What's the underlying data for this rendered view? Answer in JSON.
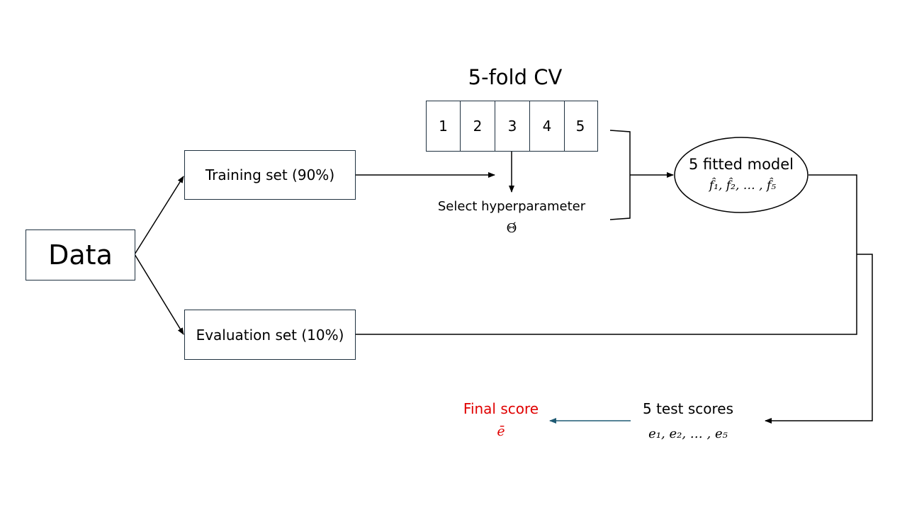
{
  "data_label": "Data",
  "training_label": "Training set (90%)",
  "evaluation_label": "Evaluation set (10%)",
  "cv": {
    "title": "5-fold CV",
    "folds": [
      "1",
      "2",
      "3",
      "4",
      "5"
    ]
  },
  "select": {
    "label": "Select hyperparameter",
    "symbol": "Θ́"
  },
  "models": {
    "label": "5 fitted model",
    "formula": "f̂₁, f̂₂, … , f̂₅"
  },
  "test_scores": {
    "label": "5 test scores",
    "formula": "e₁, e₂, … , e₅"
  },
  "final": {
    "label": "Final score",
    "symbol": "ē",
    "color": "#e00000"
  },
  "colors": {
    "box_border": "#1f3140",
    "teal_arrow": "#1f5a73"
  }
}
